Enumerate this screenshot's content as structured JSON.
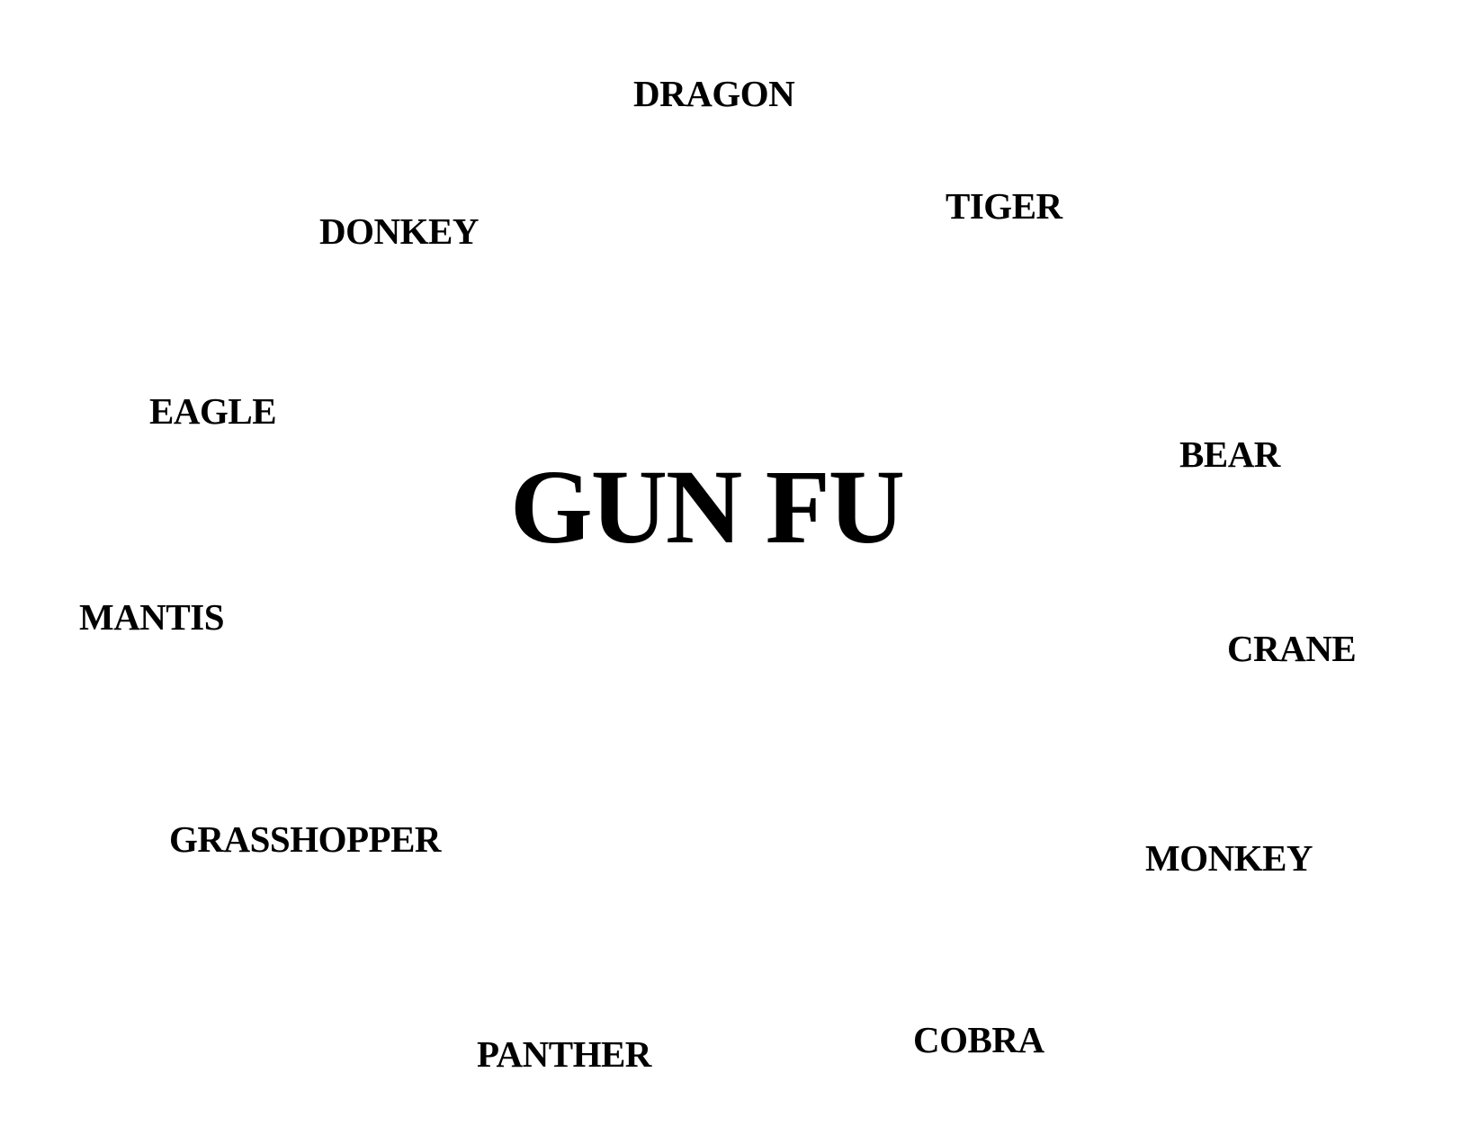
{
  "diagram": {
    "center_label": "GUN FU",
    "animals": [
      "DRAGON",
      "TIGER",
      "DONKEY",
      "EAGLE",
      "BEAR",
      "MANTIS",
      "CRANE",
      "GRASSHOPPER",
      "MONKEY",
      "COBRA",
      "PANTHER"
    ]
  },
  "colors": {
    "background": "#ffffff",
    "text": "#000000"
  }
}
